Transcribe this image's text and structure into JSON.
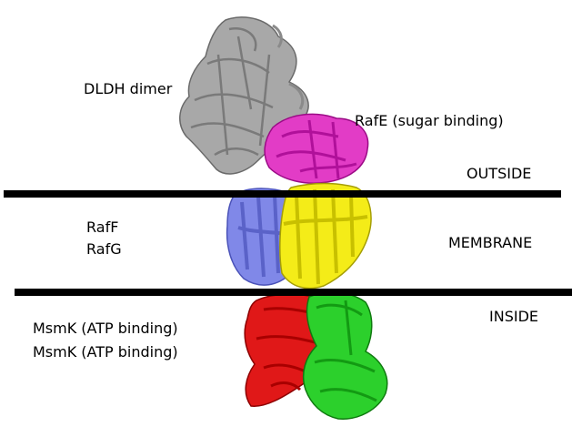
{
  "labels": {
    "dldh": "DLDH dimer",
    "rafe": "RafE (sugar binding)",
    "outside": "OUTSIDE",
    "raff": "RafF",
    "rafg": "RafG",
    "membrane": "MEMBRANE",
    "inside": "INSIDE",
    "msmk1": "MsmK (ATP binding)",
    "msmk2": "MsmK (ATP binding)"
  },
  "colors": {
    "dldh": "#9a9a9a",
    "rafe": "#e020c0",
    "raff": "#7f88e8",
    "rafg": "#f2ea10",
    "msmk_a": "#e01010",
    "msmk_b": "#22cc22",
    "membrane_line": "#000000"
  }
}
